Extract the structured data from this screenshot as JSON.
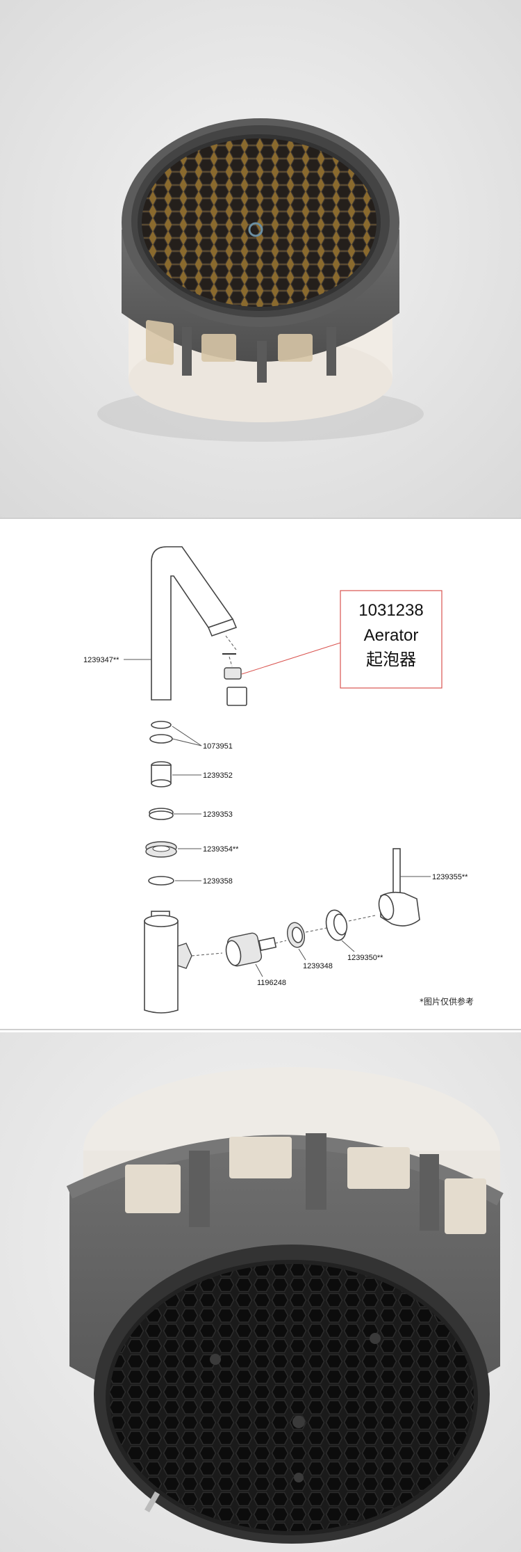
{
  "callout": {
    "part_number": "1031238",
    "name_en": "Aerator",
    "name_zh": "起泡器",
    "color": "#d9534f"
  },
  "parts": [
    {
      "id": "p1",
      "label": "1239347**"
    },
    {
      "id": "p2",
      "label": "1073951"
    },
    {
      "id": "p3",
      "label": "1239352"
    },
    {
      "id": "p4",
      "label": "1239353"
    },
    {
      "id": "p5",
      "label": "1239354**"
    },
    {
      "id": "p6",
      "label": "1239358"
    },
    {
      "id": "p7",
      "label": "1239355**"
    },
    {
      "id": "p8",
      "label": "1196248"
    },
    {
      "id": "p9",
      "label": "1239348"
    },
    {
      "id": "p10",
      "label": "1239350**"
    }
  ],
  "note": "*图片仅供参考"
}
